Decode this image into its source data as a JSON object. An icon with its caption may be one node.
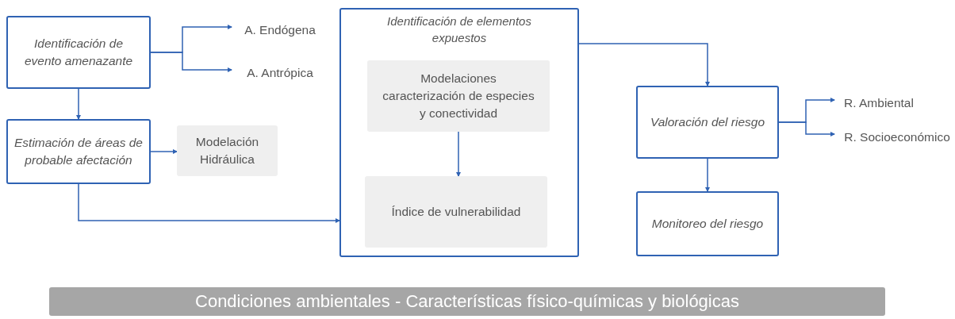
{
  "diagram": {
    "nodes": [
      {
        "text": [
          "Identificación de evento amenazante"
        ]
      },
      {
        "text": [
          "A. Endógena"
        ]
      },
      {
        "text": [
          "A. Antrópica"
        ]
      },
      {
        "text": [
          "Estimación de áreas de probable afectación"
        ]
      },
      {
        "text": [
          "Modelación Hidráulica"
        ]
      },
      {
        "text": [
          "Identificación de elementos expuestos"
        ]
      },
      {
        "text": [
          "Modelaciones caracterización de especies y conectividad"
        ],
        "in": 5
      },
      {
        "text": [
          "Índice de vulnerabilidad"
        ],
        "in": 5
      },
      {
        "text": [
          "Valoración del riesgo"
        ]
      },
      {
        "text": [
          "R. Ambiental"
        ]
      },
      {
        "text": [
          "R. Socioeconómico"
        ]
      },
      {
        "text": [
          "Monitoreo del riesgo"
        ]
      },
      {
        "text": [
          "Condiciones ambientales - Características físico-químicas y biológicas"
        ]
      }
    ],
    "edges": [
      {
        "from": 0,
        "to": 1,
        "arrow": "to"
      },
      {
        "from": 0,
        "to": 2,
        "arrow": "to"
      },
      {
        "from": 0,
        "to": 3,
        "arrow": "to"
      },
      {
        "from": 3,
        "to": 4,
        "arrow": "to"
      },
      {
        "from": 3,
        "to": 5,
        "arrow": "to"
      },
      {
        "from": 6,
        "to": 7,
        "arrow": "to"
      },
      {
        "from": 5,
        "to": 8,
        "arrow": "to"
      },
      {
        "from": 8,
        "to": 9,
        "arrow": "to"
      },
      {
        "from": 8,
        "to": 10,
        "arrow": "to"
      },
      {
        "from": 8,
        "to": 11,
        "arrow": "to"
      }
    ]
  }
}
